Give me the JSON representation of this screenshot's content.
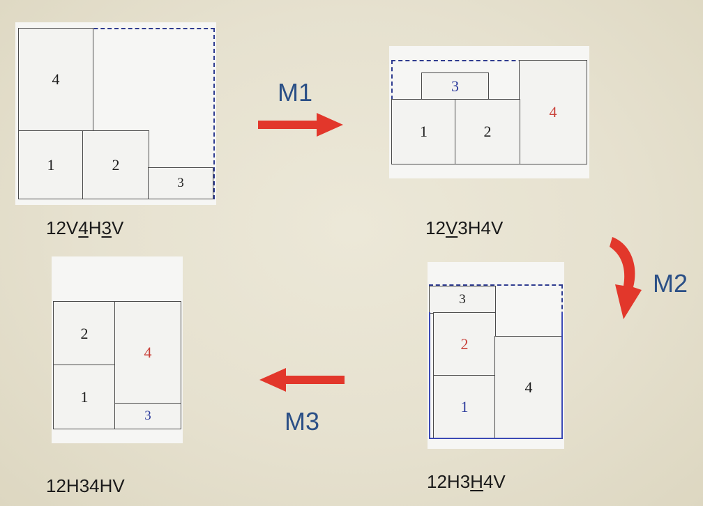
{
  "colors": {
    "arrow": "#e2372b",
    "label_blue": "#2a4f86",
    "number_red": "#c9413a",
    "number_blue": "#2b3a9c",
    "dash_blue": "#2e3b8f"
  },
  "diagrams": [
    {
      "labels": {
        "b1": "1",
        "b2": "2",
        "b3": "3",
        "b4": "4"
      },
      "caption": {
        "p1": "12V",
        "u1": "4",
        "p2": "H",
        "u2": "3",
        "p3": "V"
      }
    },
    {
      "labels": {
        "b1": "1",
        "b2": "2",
        "b3": "3",
        "b4": "4"
      },
      "caption": {
        "p1": "12",
        "u1": "V",
        "p2": "3H4V"
      }
    },
    {
      "labels": {
        "b1": "1",
        "b2": "2",
        "b3": "3",
        "b4": "4"
      },
      "caption": {
        "p1": "12H3",
        "u1": "H",
        "p2": "4",
        "p3": "V"
      }
    },
    {
      "labels": {
        "b1": "1",
        "b2": "2",
        "b3": "3",
        "b4": "4"
      },
      "caption": {
        "p1": "12H34HV"
      }
    }
  ],
  "moves": {
    "m1": "M1",
    "m2": "M2",
    "m3": "M3"
  }
}
